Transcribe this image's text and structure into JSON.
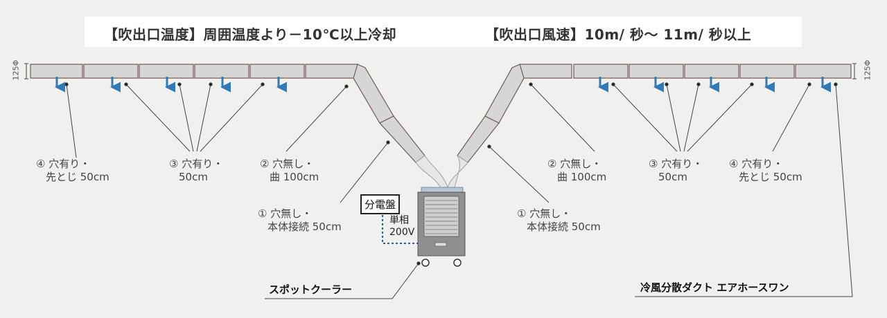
{
  "header": {
    "left": "【吹出口温度】周囲温度より－10℃以上冷却",
    "right": "【吹出口風速】10m/ 秒～ 11m/ 秒以上"
  },
  "duct_diameter": "125Φ",
  "labels": {
    "left": [
      {
        "line1": "④ 穴有り・",
        "line2": "先とじ 50cm"
      },
      {
        "line1": "③ 穴有り・",
        "line2": "50cm"
      },
      {
        "line1": "② 穴無し・",
        "line2": "曲 100cm"
      },
      {
        "line1": "① 穴無し・",
        "line2": "本体接続 50cm"
      }
    ],
    "right": [
      {
        "line1": "① 穴無し・",
        "line2": "本体接続 50cm"
      },
      {
        "line1": "② 穴無し・",
        "line2": "曲 100cm"
      },
      {
        "line1": "③ 穴有り・",
        "line2": "50cm"
      },
      {
        "line1": "④ 穴有り・",
        "line2": "先とじ 50cm"
      }
    ]
  },
  "power": {
    "panel": "分電盤",
    "phase": "単相",
    "voltage": "200V"
  },
  "captions": {
    "cooler": "スポットクーラー",
    "hose": "冷風分散ダクト エアホースワン"
  },
  "colors": {
    "duct": "#d6d6d6",
    "duct_border": "#6e5a50",
    "arrow": "#2e7ab8",
    "cable": "#1f5fa8"
  }
}
